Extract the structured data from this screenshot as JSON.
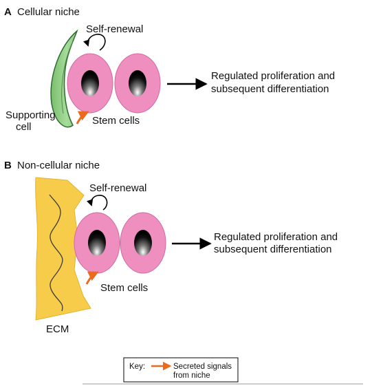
{
  "panel_a": {
    "letter": "A",
    "title": "Cellular niche",
    "self_renewal": "Self-renewal",
    "supporting_cell_line1": "Supporting",
    "supporting_cell_line2": "cell",
    "stem_cells": "Stem cells",
    "outcome_line1": "Regulated proliferation and",
    "outcome_line2": "subsequent differentiation"
  },
  "panel_b": {
    "letter": "B",
    "title": "Non-cellular niche",
    "self_renewal": "Self-renewal",
    "ecm": "ECM",
    "stem_cells": "Stem cells",
    "outcome_line1": "Regulated proliferation and",
    "outcome_line2": "subsequent differentiation"
  },
  "key": {
    "label": "Key:",
    "entry_line1": "Secreted signals",
    "entry_line2": "from niche"
  },
  "colors": {
    "stem_cell_fill": "#ef8fc0",
    "nucleus": "#111111",
    "supporting_cell_fill": "#8fcc85",
    "supporting_cell_stroke": "#2f6b2f",
    "ecm_fill": "#f7cc4a",
    "ecm_fiber": "#3a3a3a",
    "signal_arrow": "#ec6a1e",
    "arrow": "#000000"
  }
}
